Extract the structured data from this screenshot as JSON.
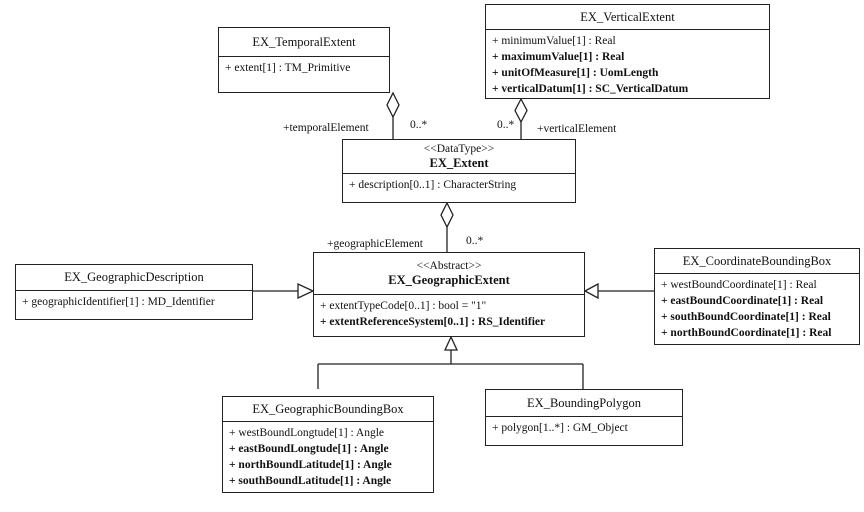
{
  "classes": {
    "temporal": {
      "name": "EX_TemporalExtent",
      "attributes": [
        "+ extent[1] : TM_Primitive"
      ]
    },
    "vertical": {
      "name": "EX_VerticalExtent",
      "attributes": [
        "+ minimumValue[1] : Real",
        "+ maximumValue[1] : Real",
        "+ unitOfMeasure[1] : UomLength",
        "+ verticalDatum[1] : SC_VerticalDatum"
      ]
    },
    "extent": {
      "stereotype": "<<DataType>>",
      "name": "EX_Extent",
      "attributes": [
        "+ description[0..1] : CharacterString"
      ]
    },
    "geographic_extent": {
      "stereotype": "<<Abstract>>",
      "name": "EX_GeographicExtent",
      "attributes": [
        "+ extentTypeCode[0..1] : bool = \"1\"",
        "+ extentReferenceSystem[0..1] : RS_Identifier"
      ]
    },
    "geographic_description": {
      "name": "EX_GeographicDescription",
      "attributes": [
        "+ geographicIdentifier[1] : MD_Identifier"
      ]
    },
    "coordinate_bbox": {
      "name": "EX_CoordinateBoundingBox",
      "attributes": [
        "+ westBoundCoordinate[1] : Real",
        "+ eastBoundCoordinate[1] : Real",
        "+ southBoundCoordinate[1] : Real",
        "+ northBoundCoordinate[1] : Real"
      ]
    },
    "geographic_bbox": {
      "name": "EX_GeographicBoundingBox",
      "attributes": [
        "+ westBoundLongtude[1] : Angle",
        "+ eastBoundLongtude[1] : Angle",
        "+ northBoundLatitude[1] : Angle",
        "+ southBoundLatitude[1] : Angle"
      ]
    },
    "bounding_polygon": {
      "name": "EX_BoundingPolygon",
      "attributes": [
        "+ polygon[1..*] : GM_Object"
      ]
    }
  },
  "associations": {
    "temporal": {
      "role": "+temporalElement",
      "multiplicity": "0..*"
    },
    "vertical": {
      "role": "+verticalElement",
      "multiplicity": "0..*"
    },
    "geographic": {
      "role": "+geographicElement",
      "multiplicity": "0..*"
    }
  }
}
